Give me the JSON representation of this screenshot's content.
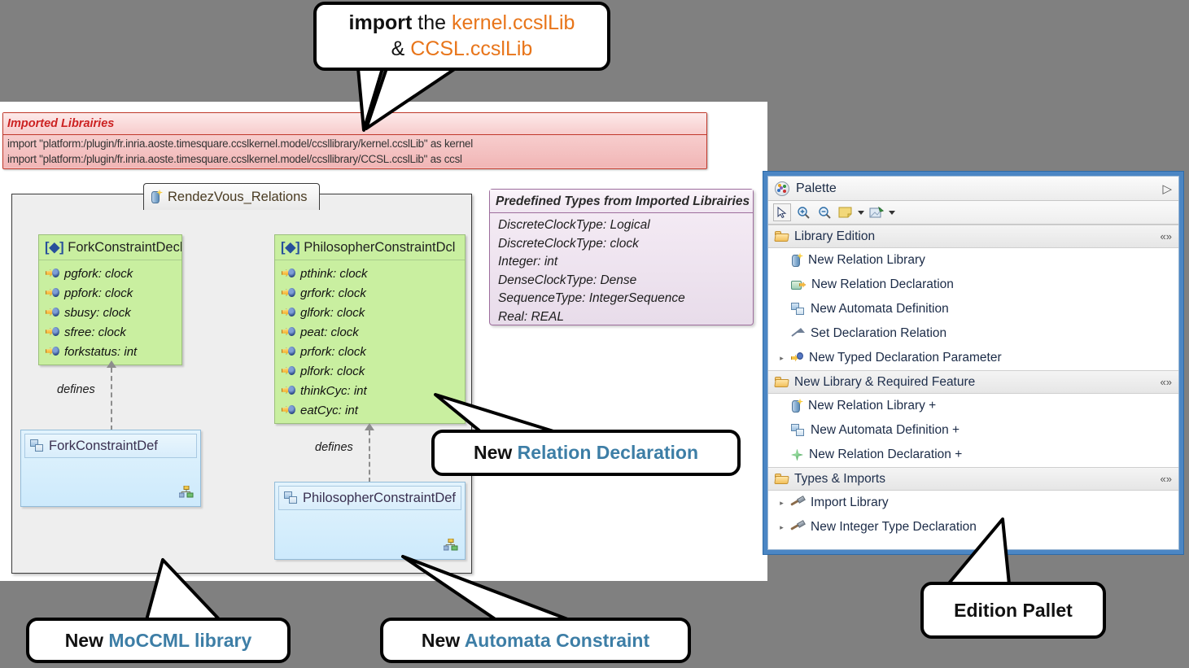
{
  "background_color": "#808080",
  "accent_colors": {
    "callout_orange": "#e8751a",
    "callout_blue": "#3d7ea6",
    "imported_red": "#c0392b",
    "declaration_green": "#c9efa0",
    "definition_blue": "#cdeafc",
    "predefined_purple": "#9d6e9d",
    "palette_frame_blue": "#4b86c4"
  },
  "imported_libraries": {
    "title": "Imported Librairies",
    "lines": [
      "import \"platform:/plugin/fr.inria.aoste.timesquare.ccslkernel.model/ccsllibrary/kernel.ccslLib\" as kernel",
      "import \"platform:/plugin/fr.inria.aoste.timesquare.ccslkernel.model/ccsllibrary/CCSL.ccslLib\" as ccsl"
    ]
  },
  "diagram": {
    "tab_label": "RendezVous_Relations",
    "tab_icon": "relation-library-icon",
    "declarations": [
      {
        "id": "fork",
        "stereotype": "[◆]",
        "name": "ForkConstraintDecl",
        "attributes": [
          "pgfork: clock",
          "ppfork: clock",
          "sbusy: clock",
          "sfree: clock",
          "forkstatus: int"
        ]
      },
      {
        "id": "philosopher",
        "stereotype": "[◆]",
        "name": "PhilosopherConstraintDcl",
        "attributes": [
          "pthink: clock",
          "grfork: clock",
          "glfork: clock",
          "peat: clock",
          "prfork: clock",
          "plfork: clock",
          "thinkCyc: int",
          "eatCyc: int"
        ]
      }
    ],
    "definitions": [
      {
        "id": "fork-def",
        "name": "ForkConstraintDef",
        "icon": "automata-definition-icon"
      },
      {
        "id": "phil-def",
        "name": "PhilosopherConstraintDef",
        "icon": "automata-definition-icon"
      }
    ],
    "connector_label": "defines"
  },
  "predefined_types": {
    "title": "Predefined Types from Imported Librairies",
    "entries": [
      "DiscreteClockType: Logical",
      "DiscreteClockType: clock",
      "Integer: int",
      "DenseClockType: Dense",
      "SequenceType: IntegerSequence",
      "Real: REAL"
    ]
  },
  "palette": {
    "title": "Palette",
    "expand_icon": "▷",
    "collapse_icon": "«»",
    "toolbar": [
      {
        "name": "select-tool",
        "icon": "arrow-cursor-icon",
        "selected": true
      },
      {
        "name": "zoom-in-tool",
        "icon": "magnifier-plus-icon",
        "selected": false
      },
      {
        "name": "zoom-out-tool",
        "icon": "magnifier-minus-icon",
        "selected": false
      },
      {
        "name": "note-tool",
        "icon": "note-icon",
        "selected": false,
        "has_dropdown": true
      },
      {
        "name": "note-attachment-tool",
        "icon": "note-pin-icon",
        "selected": false,
        "has_dropdown": true
      }
    ],
    "groups": [
      {
        "label": "Library Edition",
        "items": [
          {
            "label": "New Relation Library",
            "icon": "relation-library-icon",
            "expandable": false
          },
          {
            "label": "New Relation Declaration",
            "icon": "relation-declaration-icon",
            "expandable": false
          },
          {
            "label": "New Automata Definition",
            "icon": "automata-definition-icon",
            "expandable": false
          },
          {
            "label": "Set Declaration Relation",
            "icon": "set-declaration-relation-icon",
            "expandable": false
          },
          {
            "label": "New Typed Declaration Parameter",
            "icon": "typed-parameter-icon",
            "expandable": true
          }
        ]
      },
      {
        "label": "New Library & Required Feature",
        "items": [
          {
            "label": "New Relation Library +",
            "icon": "relation-library-icon",
            "expandable": false
          },
          {
            "label": "New Automata Definition +",
            "icon": "automata-definition-icon",
            "expandable": false
          },
          {
            "label": "New Relation Declaration +",
            "icon": "green-diamond-icon",
            "expandable": false
          }
        ]
      },
      {
        "label": "Types & Imports",
        "items": [
          {
            "label": "Import Library",
            "icon": "hammer-icon",
            "expandable": true
          },
          {
            "label": "New Integer Type Declaration",
            "icon": "hammer-icon",
            "expandable": true
          }
        ]
      }
    ]
  },
  "callouts": {
    "import": {
      "line1_bold": "import",
      "line1_plain": " the ",
      "line1_accent": "kernel.ccslLib",
      "line2_plain": "& ",
      "line2_accent": "CCSL.ccslLib"
    },
    "relation_declaration": {
      "prefix": "New ",
      "accent": "Relation Declaration"
    },
    "moccml_library": {
      "prefix": "New ",
      "accent": "MoCCML library"
    },
    "automata_constraint": {
      "prefix": "New ",
      "accent": "Automata Constraint"
    },
    "edition_pallet": {
      "text": "Edition Pallet"
    }
  }
}
